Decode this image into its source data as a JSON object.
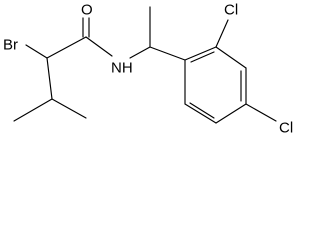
{
  "molecule": {
    "atom_labels": {
      "oxygen": "O",
      "nitrogen_h": "NH",
      "bromine": "Br",
      "chlorine_ortho": "Cl",
      "chlorine_para": "Cl"
    },
    "colors": {
      "bond": "#000000",
      "label": "#000000",
      "background": "#ffffff"
    }
  }
}
